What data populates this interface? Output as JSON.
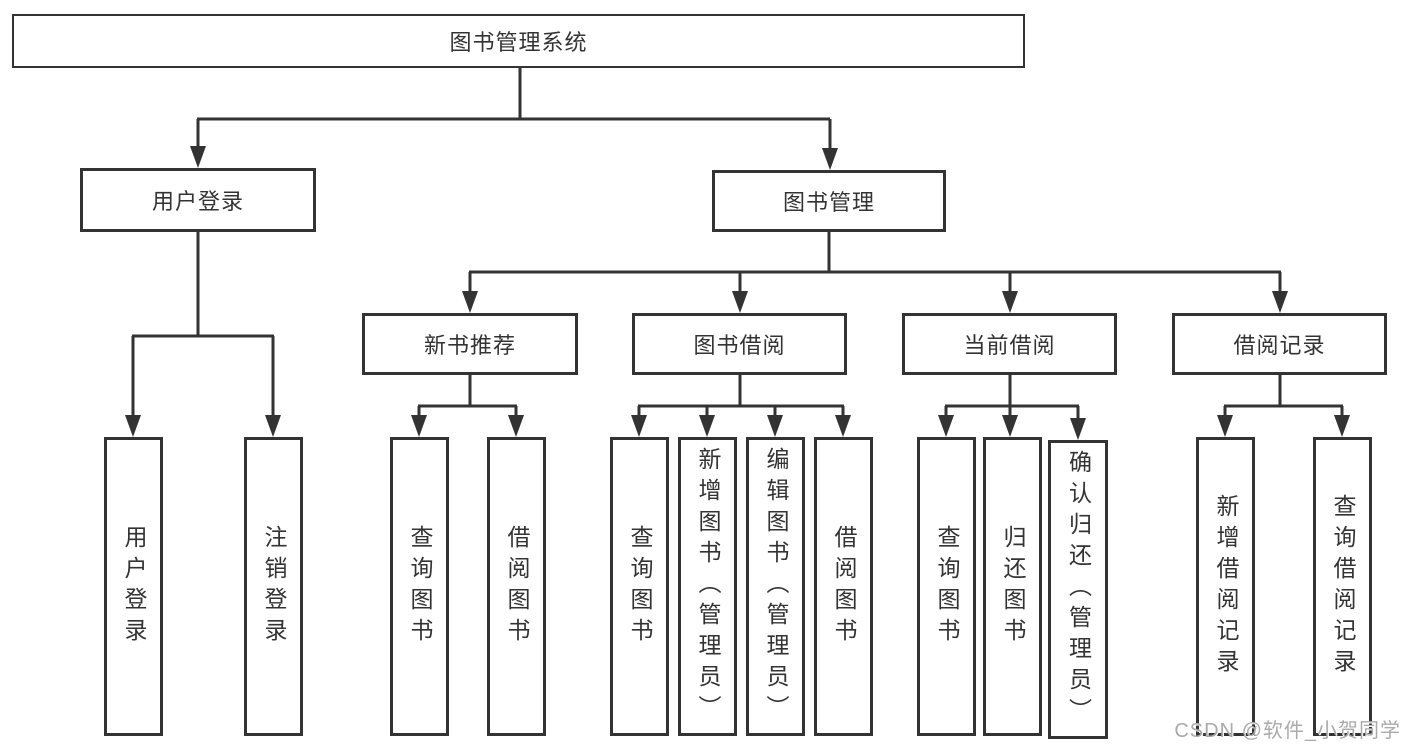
{
  "diagram": {
    "root": {
      "label": "图书管理系统"
    },
    "level2": [
      {
        "label": "用户登录"
      },
      {
        "label": "图书管理"
      }
    ],
    "level3": [
      {
        "label": "新书推荐"
      },
      {
        "label": "图书借阅"
      },
      {
        "label": "当前借阅"
      },
      {
        "label": "借阅记录"
      }
    ],
    "user_login_children": [
      {
        "label": "用户登录"
      },
      {
        "label": "注销登录"
      }
    ],
    "new_book_children": [
      {
        "label": "查询图书"
      },
      {
        "label": "借阅图书"
      }
    ],
    "book_borrowing_children": [
      {
        "label": "查询图书"
      },
      {
        "label": "新增图书（管理员）"
      },
      {
        "label": "编辑图书（管理员）"
      },
      {
        "label": "借阅图书"
      }
    ],
    "current_borrowing_children": [
      {
        "label": "查询图书"
      },
      {
        "label": "归还图书"
      },
      {
        "label": "确认归还（管理员）"
      }
    ],
    "records_children": [
      {
        "label": "新增借阅记录"
      },
      {
        "label": "查询借阅记录"
      }
    ],
    "watermark": "CSDN @软件_小贺同学",
    "colors": {
      "line": "#333333",
      "text": "#333333",
      "watermark": "#aaaaaa",
      "background": "#ffffff"
    }
  }
}
